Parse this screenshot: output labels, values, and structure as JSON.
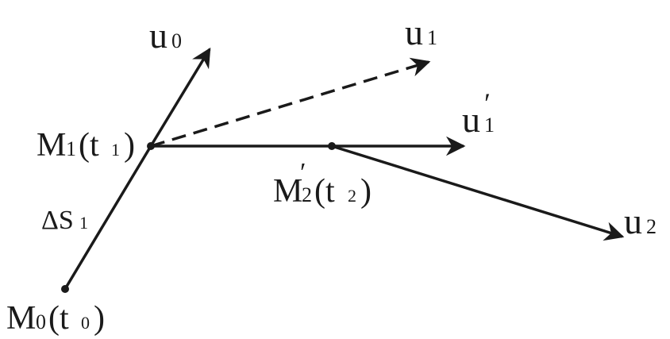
{
  "diagram": {
    "labels": {
      "u0": {
        "main": "u",
        "sub": "0",
        "prime": ""
      },
      "u1": {
        "main": "u",
        "sub": "1",
        "prime": ""
      },
      "u1p": {
        "main": "u",
        "sub": "1",
        "prime": "′"
      },
      "u2": {
        "main": "u",
        "sub": "2",
        "prime": ""
      },
      "m1": {
        "main": "M",
        "sub": "1",
        "open": "(t",
        "sub2": "1",
        "close": ")"
      },
      "m2": {
        "main": "M",
        "prime": "′",
        "sub": "2",
        "open": "(t",
        "sub2": "2",
        "close": ")"
      },
      "m0": {
        "main": "M",
        "sub": "0",
        "open": "(t",
        "sub2": "0",
        "close": ")"
      },
      "ds1": {
        "main": "ΔS",
        "sub": "1"
      }
    },
    "colors": {
      "ink": "#1a1a1a",
      "background": "#ffffff"
    }
  }
}
